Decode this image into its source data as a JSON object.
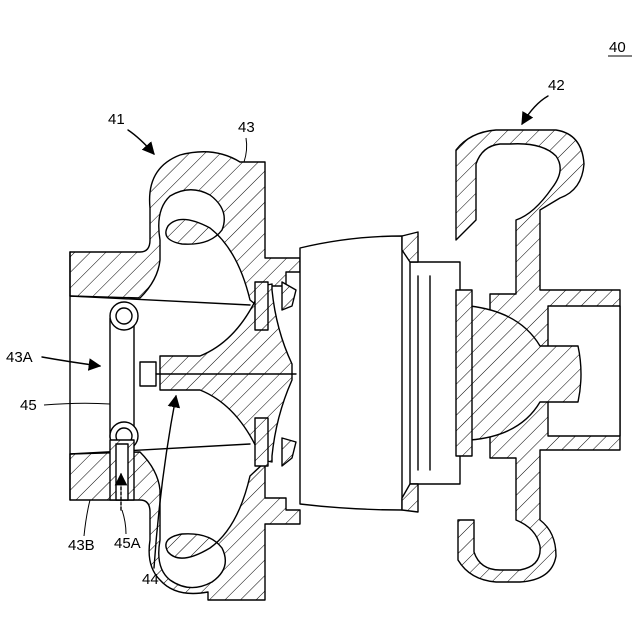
{
  "figure_number": "40",
  "labels": {
    "l41": "41",
    "l42": "42",
    "l43": "43",
    "l43A": "43A",
    "l45": "45",
    "l43B": "43B",
    "l45A": "45A",
    "l44": "44"
  }
}
